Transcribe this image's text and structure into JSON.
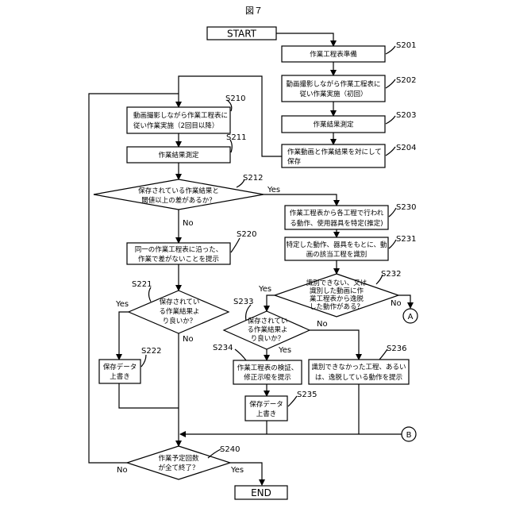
{
  "figure_title": "図７",
  "terminals": {
    "start": "START",
    "end": "END"
  },
  "steps": {
    "s201": {
      "id": "S201",
      "lines": [
        "作業工程表準備"
      ]
    },
    "s202": {
      "id": "S202",
      "lines": [
        "動画撮影しながら作業工程表に",
        "従い作業実施（初回）"
      ]
    },
    "s203": {
      "id": "S203",
      "lines": [
        "作業結果測定"
      ]
    },
    "s204": {
      "id": "S204",
      "lines": [
        "作業動画と作業結果を対にして",
        "保存"
      ]
    },
    "s210": {
      "id": "S210",
      "lines": [
        "動画撮影しながら作業工程表に",
        "従い作業実施（2回目以降）"
      ]
    },
    "s211": {
      "id": "S211",
      "lines": [
        "作業結果測定"
      ]
    },
    "s212": {
      "id": "S212",
      "lines": [
        "保存されている作業結果と",
        "閾値以上の差があるか？"
      ]
    },
    "s220": {
      "id": "S220",
      "lines": [
        "同一の作業工程表に沿った、",
        "作業で差がないことを提示"
      ]
    },
    "s221": {
      "id": "S221",
      "lines": [
        "保存されてい",
        "る作業結果よ",
        "り良いか？"
      ]
    },
    "s222": {
      "id": "S222",
      "lines": [
        "保存データ",
        "上書き"
      ]
    },
    "s230": {
      "id": "S230",
      "lines": [
        "作業工程表から各工程で行われ",
        "る動作、使用器具を特定(推定)"
      ]
    },
    "s231": {
      "id": "S231",
      "lines": [
        "特定した動作、器具をもとに、動",
        "画の該当工程を識別"
      ]
    },
    "s232": {
      "id": "S232",
      "lines": [
        "識別できない、又は",
        "識別した動画に作",
        "業工程表から逸脱",
        "した動作がある？"
      ]
    },
    "s233": {
      "id": "S233",
      "lines": [
        "保存されてい",
        "る作業結果よ",
        "り良いか？"
      ]
    },
    "s234": {
      "id": "S234",
      "lines": [
        "作業工程表の検証、",
        "修正示唆を提示"
      ]
    },
    "s235": {
      "id": "S235",
      "lines": [
        "保存データ",
        "上書き"
      ]
    },
    "s236": {
      "id": "S236",
      "lines": [
        "識別できなかった工程、あるい",
        "は、逸脱している動作を提示"
      ]
    },
    "s240": {
      "id": "S240",
      "lines": [
        "作業予定回数",
        "が全て終了？"
      ]
    }
  },
  "branch_labels": {
    "s212_yes": "Yes",
    "s212_no": "No",
    "s221_yes": "Yes",
    "s221_no": "No",
    "s232_yes": "Yes",
    "s232_no": "No",
    "s233_yes": "Yes",
    "s233_no": "No",
    "s240_yes": "Yes",
    "s240_no": "No"
  },
  "connectors": {
    "a": "A",
    "b": "B"
  }
}
